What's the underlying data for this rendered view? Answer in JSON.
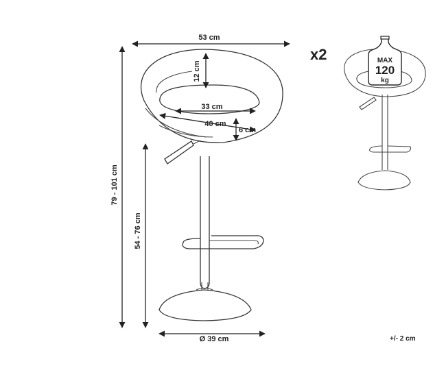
{
  "quantity": "x2",
  "tolerance": "+/- 2 cm",
  "dimensions": {
    "width": "53 cm",
    "back_height": "12 cm",
    "seat_width": "33 cm",
    "seat_depth": "40 cm",
    "seat_thickness": "6 cm",
    "total_height": "79 - 101 cm",
    "seat_height": "54 - 76 cm",
    "base_diameter": "Ø 39 cm"
  },
  "max_load": {
    "max_label": "MAX",
    "value": "120",
    "unit": "kg"
  }
}
